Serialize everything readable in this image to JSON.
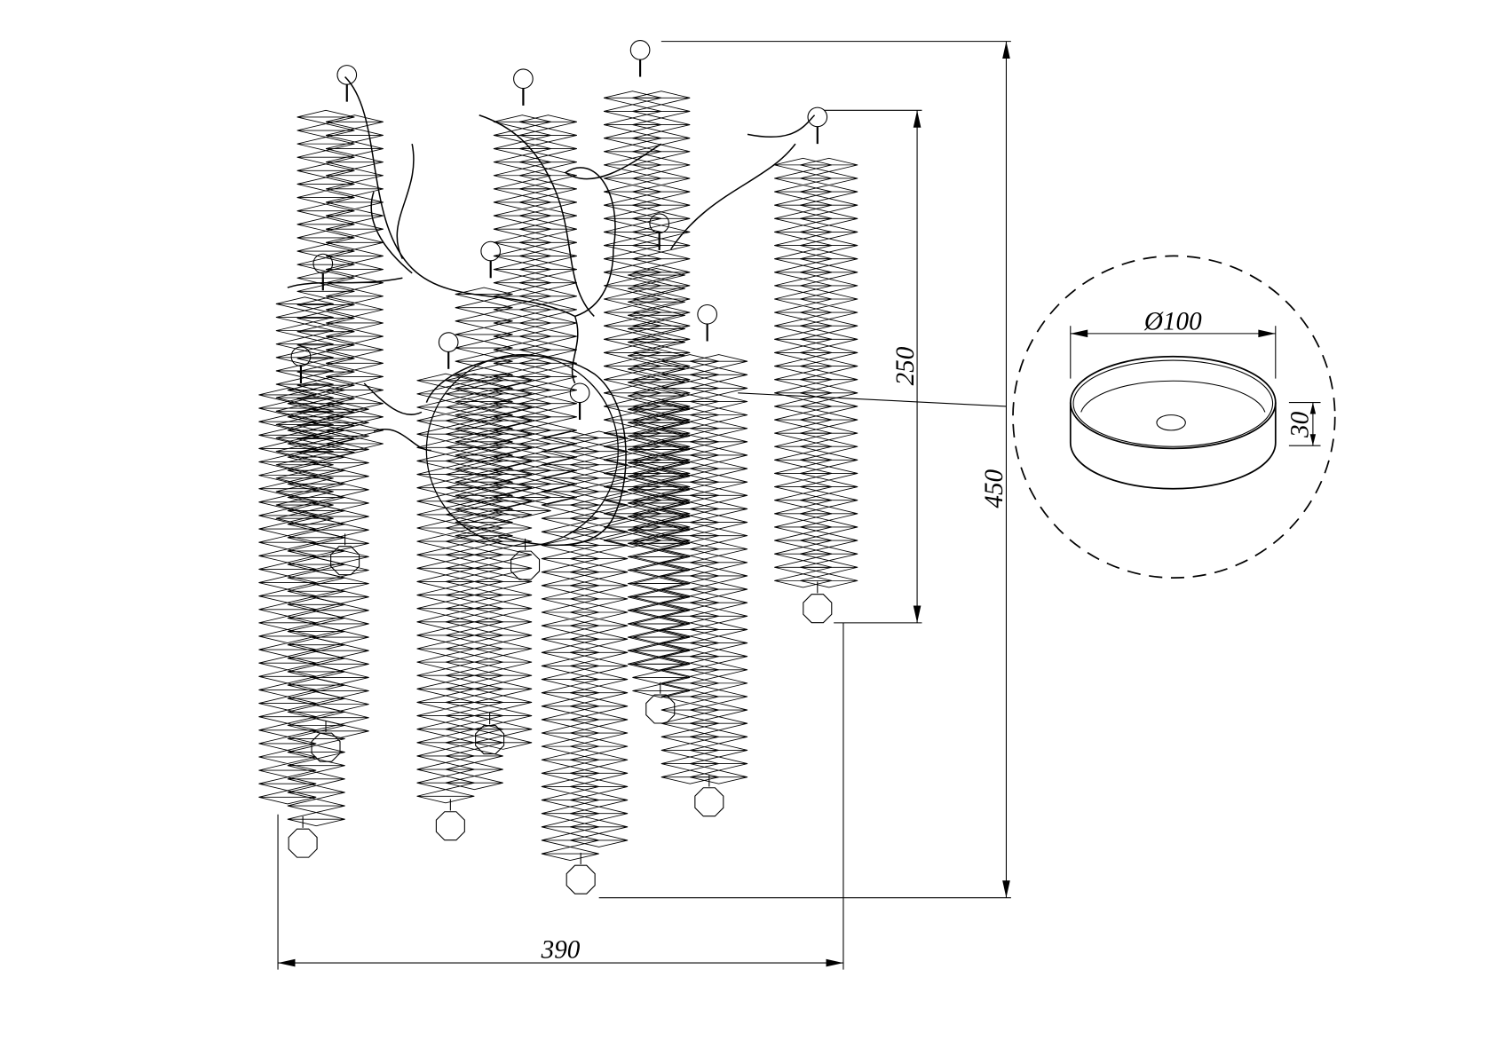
{
  "drawing": {
    "dimensions": {
      "width_label": "390",
      "height_label": "450",
      "strand_length_label": "250",
      "canopy_diameter_label": "Ø100",
      "canopy_height_label": "30"
    },
    "line_color": "#000000",
    "background": "#ffffff"
  }
}
